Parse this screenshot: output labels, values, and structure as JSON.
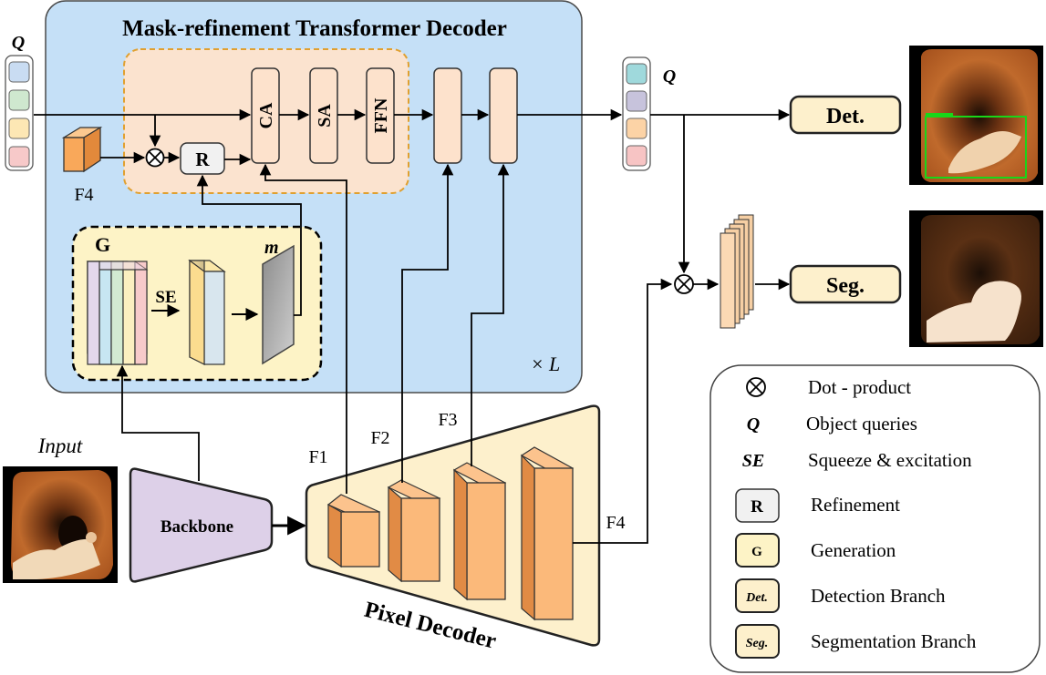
{
  "decoder_title": "Mask-refinement Transformer Decoder",
  "repeat_label": "× L",
  "query_label": "Q",
  "query_colors": [
    "#c9dcf2",
    "#cfe8cf",
    "#fde7b4",
    "#f7c9c9"
  ],
  "query_out_colors": [
    "#9fd9dc",
    "#c7c3dc",
    "#fcd3a6",
    "#f7c4c4"
  ],
  "f4_cube_label": "F4",
  "blocks": {
    "r": "R",
    "ca": "CA",
    "sa": "SA",
    "ffn": "FFN"
  },
  "gen": {
    "label": "G",
    "se": "SE",
    "m": "m"
  },
  "input_label": "Input",
  "backbone_label": "Backbone",
  "pixel_decoder_label": "Pixel Decoder",
  "feature_labels": {
    "f1": "F1",
    "f2": "F2",
    "f3": "F3",
    "f4": "F4"
  },
  "outputs": {
    "det": "Det.",
    "seg": "Seg."
  },
  "legend": [
    {
      "key": "dot",
      "symbol": "⊗",
      "label": "Dot - product"
    },
    {
      "key": "q",
      "symbol": "Q",
      "label": "Object queries"
    },
    {
      "key": "se",
      "symbol": "SE",
      "label": "Squeeze & excitation"
    },
    {
      "key": "r",
      "symbol": "R",
      "label": "Refinement"
    },
    {
      "key": "g",
      "symbol": "G",
      "label": "Generation"
    },
    {
      "key": "det",
      "symbol": "Det.",
      "label": "Detection Branch"
    },
    {
      "key": "seg",
      "symbol": "Seg.",
      "label": "Segmentation Branch"
    }
  ],
  "colors": {
    "decoder_bg": "#c5e0f7",
    "attention_bg": "#fbe3cf",
    "gen_bg": "#fdf3c6",
    "block_fill": "#fde2cc",
    "backbone": "#ddd0e8",
    "pixel_decoder": "#fdf0cc",
    "cube_front": "#fbb97a",
    "det_seg_fill": "#fdf0cc",
    "detection_box": "#19d619"
  }
}
